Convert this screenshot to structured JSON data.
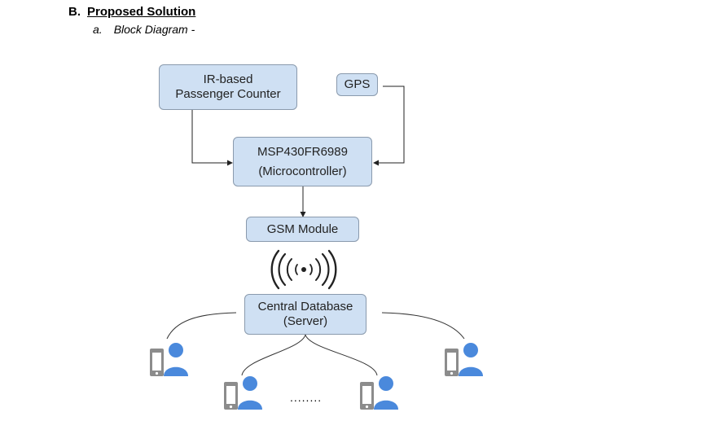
{
  "section": {
    "letter": "B.",
    "title": "Proposed Solution"
  },
  "subsection": {
    "letter": "a.",
    "title": "Block Diagram -"
  },
  "nodes": {
    "ir_counter": {
      "line1": "IR-based",
      "line2": "Passenger Counter"
    },
    "gps": {
      "label": "GPS"
    },
    "mcu": {
      "line1": "MSP430FR6989",
      "line2": "(Microcontroller)"
    },
    "gsm": {
      "label": "GSM Module"
    },
    "server": {
      "line1": "Central Database",
      "line2": "(Server)"
    }
  },
  "ellipsis": "........",
  "icons": [
    "wireless-signal-icon",
    "phone-user-icon"
  ],
  "colors": {
    "box_fill": "#cfe0f3",
    "box_border": "#8a9aad",
    "user_icon": "#4a89dc",
    "phone_icon": "#8c8c8c"
  }
}
